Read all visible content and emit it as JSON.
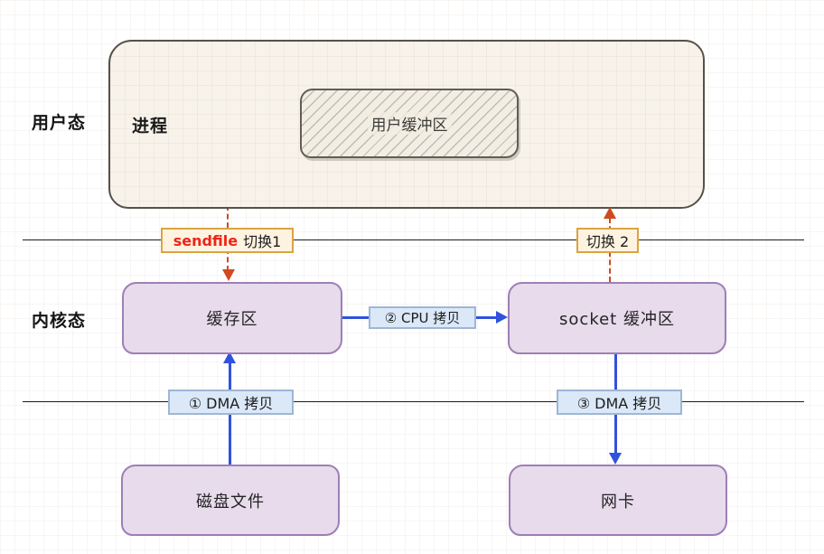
{
  "regions": {
    "user_mode_label": "用户态",
    "kernel_mode_label": "内核态"
  },
  "nodes": {
    "process_label": "进程",
    "user_buffer_label": "用户缓冲区",
    "kernel_buffer_label": "缓存区",
    "socket_buffer_label": "socket 缓冲区",
    "disk_file_label": "磁盘文件",
    "nic_label": "网卡"
  },
  "badges": {
    "sendfile_keyword": "sendfile",
    "switch1_suffix": "切换1",
    "switch2_label": "切换 2",
    "dma_copy_1_label": "① DMA 拷贝",
    "cpu_copy_2_label": "② CPU 拷贝",
    "dma_copy_3_label": "③ DMA 拷贝"
  },
  "colors": {
    "sendfile_red": "#ee2418",
    "switch_arrow_red": "#cf4a1e",
    "copy_arrow_blue": "#3152dc",
    "node_purple_fill": "#e7dbec",
    "node_purple_border": "#9d7fb6",
    "process_cream_fill": "#f8f3ea",
    "switch_badge_fill": "#fdf3e0",
    "switch_badge_border": "#dba43e",
    "copy_badge_fill": "#dbe8f8",
    "copy_badge_border": "#9fb6d4"
  }
}
